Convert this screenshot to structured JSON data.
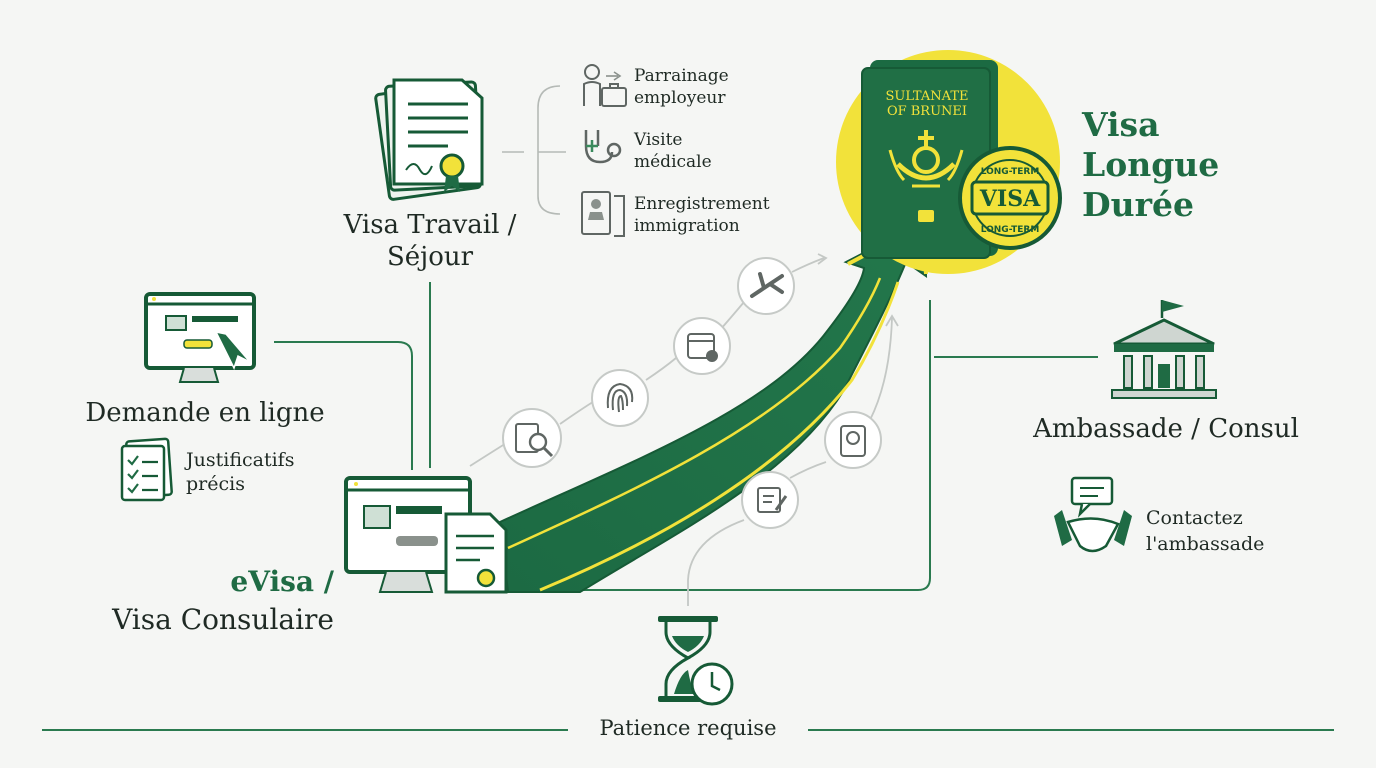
{
  "passport": {
    "country_line1": "SULTANATE",
    "country_line2": "OF BRUNEI",
    "stamp_word": "VISA",
    "stamp_ring_text": "LONG-TERM"
  },
  "destination": {
    "line1": "Visa",
    "line2": "Longue",
    "line3": "Durée"
  },
  "work_visa": {
    "line1": "Visa Travail /",
    "line2": "Séjour",
    "requirements": [
      {
        "line1": "Parrainage",
        "line2": "employeur",
        "icon": "employer-sponsor-icon"
      },
      {
        "line1": "Visite",
        "line2": "médicale",
        "icon": "stethoscope-icon"
      },
      {
        "line1": "Enregistrement",
        "line2": "immigration",
        "icon": "immigration-stamp-icon"
      }
    ]
  },
  "online": {
    "label": "Demande en ligne",
    "docs_line1": "Justificatifs",
    "docs_line2": "précis"
  },
  "evisa": {
    "line1": "eVisa /",
    "line2": "Visa Consulaire"
  },
  "embassy": {
    "label": "Ambassade / Consul",
    "contact_line1": "Contactez",
    "contact_line2": "l'ambassade"
  },
  "footer": {
    "label": "Patience requise"
  },
  "colors": {
    "primary_green": "#1f6b44",
    "dark_green": "#165a36",
    "accent_yellow": "#f2e23a",
    "gray": "#8a918c"
  }
}
